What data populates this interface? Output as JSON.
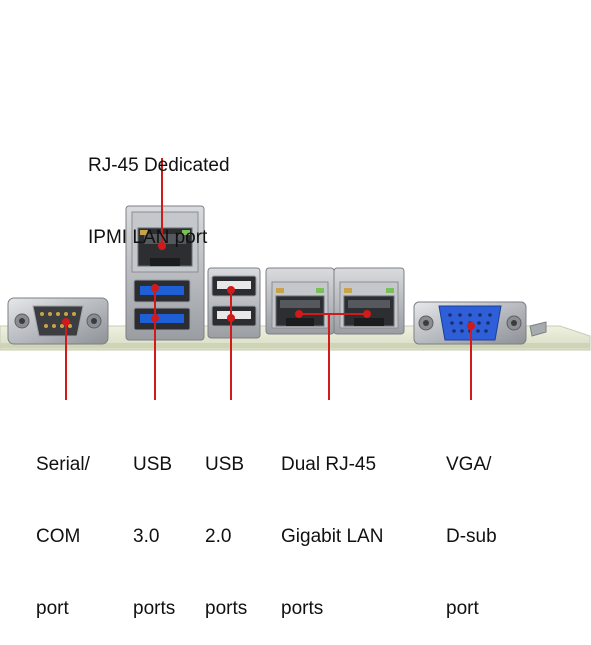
{
  "labels": {
    "ipmi": {
      "line1": "RJ-45 Dedicated",
      "line2": "IPMI LAN port"
    },
    "serial": {
      "line1": "Serial/",
      "line2": "COM",
      "line3": "port"
    },
    "usb3": {
      "line1": "USB",
      "line2": "3.0",
      "line3": "ports"
    },
    "usb2": {
      "line1": "USB",
      "line2": "2.0",
      "line3": "ports"
    },
    "lan": {
      "line1": "Dual RJ-45",
      "line2": "Gigabit LAN",
      "line3": "ports"
    },
    "vga": {
      "line1": "VGA/",
      "line2": "D-sub",
      "line3": "port"
    }
  },
  "colors": {
    "leader_line": "#d11a1a",
    "board": "#e7ecd6",
    "usb3_blue": "#1f5fd6",
    "vga_blue": "#2e5fd8",
    "metal": "#b9bcc0"
  },
  "icons": {
    "serial": "db9-serial-connector",
    "ipmi": "rj45-jack",
    "usb3": "usb-3.0-ports",
    "usb2": "usb-2.0-ports",
    "lan": "dual-rj45-jacks",
    "vga": "vga-dsub-connector"
  }
}
